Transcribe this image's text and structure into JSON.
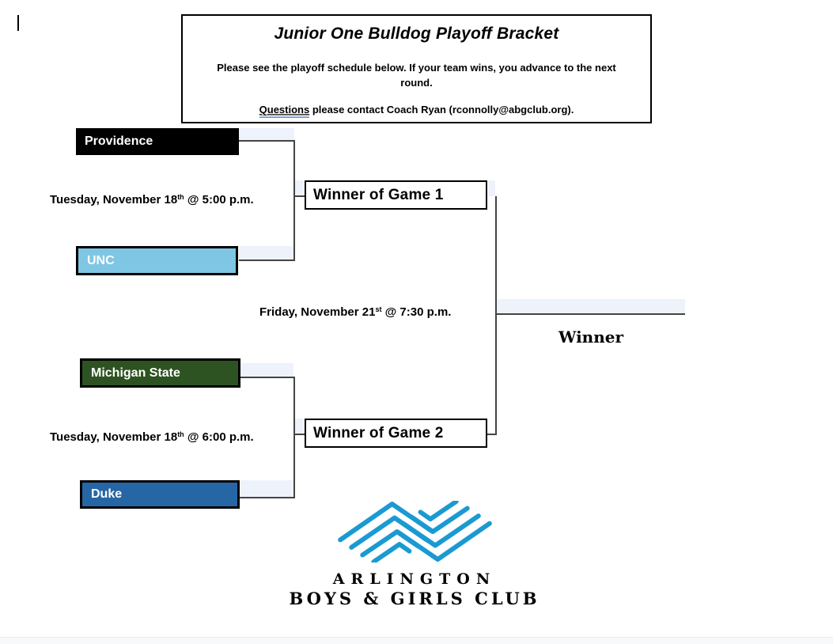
{
  "notice": {
    "title": "Junior One Bulldog Playoff Bracket",
    "body": "Please see the playoff schedule below. If your team wins, you advance to the next round.",
    "questions_word": "Questions",
    "questions_rest": " please contact Coach Ryan (rconnolly@abgclub.org)."
  },
  "bracket": {
    "teams": [
      {
        "name": "Providence",
        "color": "#000000"
      },
      {
        "name": "UNC",
        "color": "#7FC6E4"
      },
      {
        "name": "Michigan State",
        "color": "#2E5322"
      },
      {
        "name": "Duke",
        "color": "#2766A5"
      }
    ],
    "games": [
      {
        "label": "Winner of Game 1",
        "date": "Tuesday, November 18",
        "ordinal": "th",
        "time": " @ 5:00 p.m."
      },
      {
        "label": "Winner of Game 2",
        "date": "Tuesday, November 18",
        "ordinal": "th",
        "time": " @ 6:00 p.m."
      }
    ],
    "final": {
      "date": "Friday, November 21",
      "ordinal": "st",
      "time": " @ 7:30 p.m.",
      "winner_label": "Winner"
    }
  },
  "logo": {
    "line1": "ARLINGTON",
    "line2": "BOYS & GIRLS CLUB",
    "brand_blue": "#1B9AD2"
  },
  "colors": {
    "row_highlight": "#EDF2FB",
    "bracket_line": "#444444"
  }
}
